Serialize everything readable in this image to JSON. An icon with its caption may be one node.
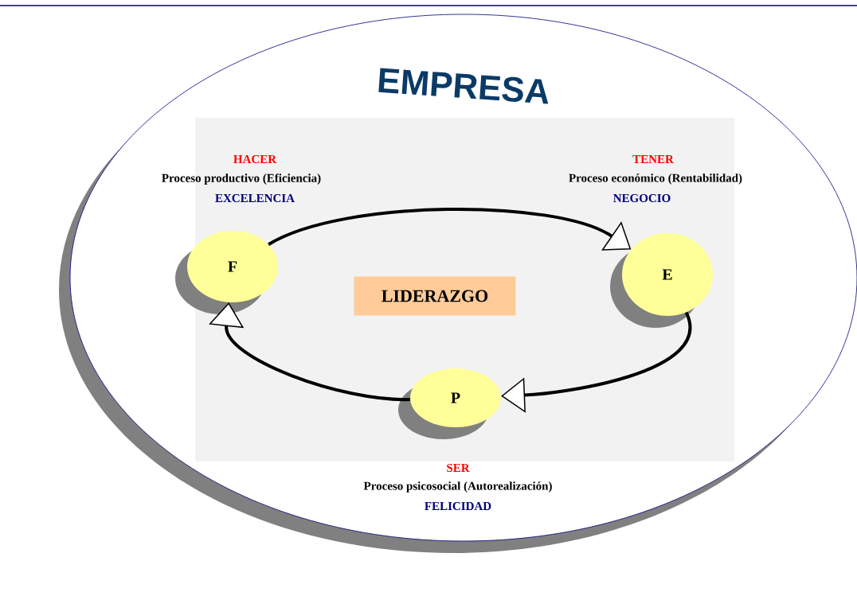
{
  "diagram": {
    "nodes": [
      {
        "text": [
          "EMPRESA"
        ]
      },
      {
        "text": [
          "F"
        ],
        "in": 0,
        "beside": [
          "HACER",
          "Proceso productivo (Eficiencia)",
          "EXCELENCIA"
        ]
      },
      {
        "text": [
          "E"
        ],
        "in": 0,
        "beside": [
          "TENER",
          "Proceso económico (Rentabilidad)",
          "NEGOCIO"
        ]
      },
      {
        "text": [
          "LIDERAZGO"
        ],
        "in": 0
      },
      {
        "text": [
          "P"
        ],
        "in": 0,
        "beside": [
          "SER",
          "Proceso psicosocial (Autorealización)",
          "FELICIDAD"
        ]
      }
    ],
    "edges": [
      {
        "from": 1,
        "to": 2,
        "arrow": "to"
      },
      {
        "from": 2,
        "to": 4,
        "arrow": "to"
      },
      {
        "from": 4,
        "to": 1,
        "arrow": "to"
      }
    ]
  }
}
